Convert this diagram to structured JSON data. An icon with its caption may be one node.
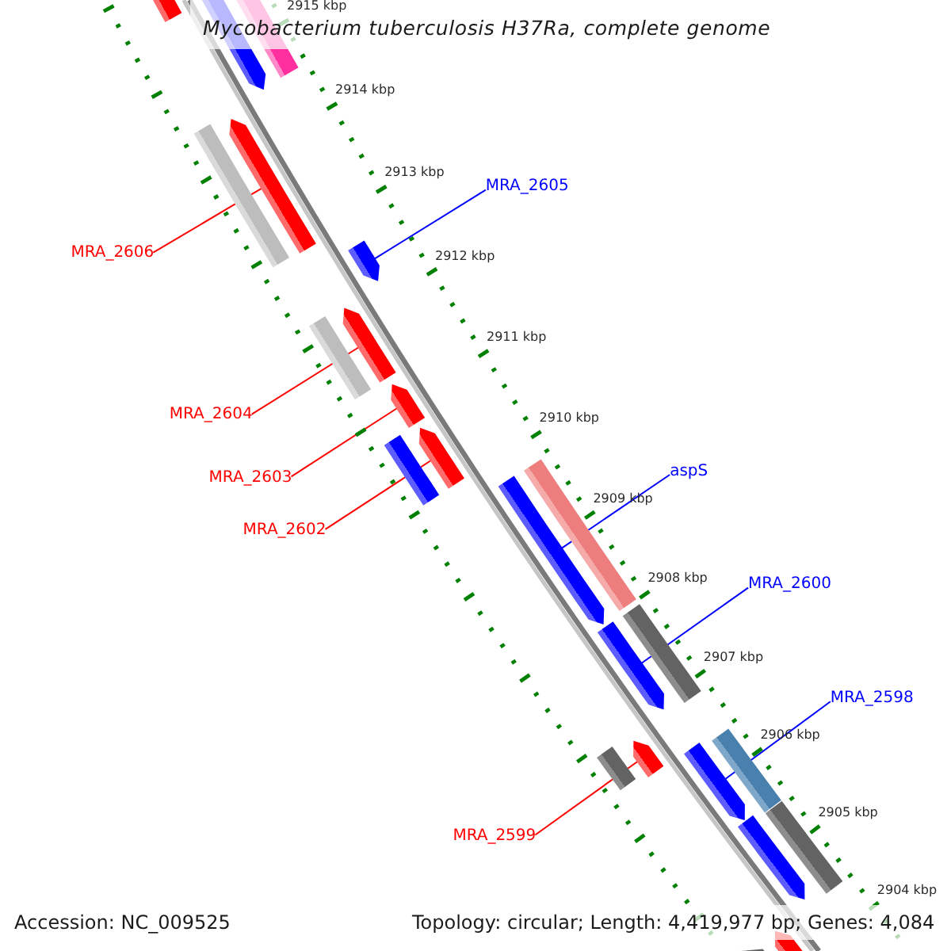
{
  "diagram": {
    "title": "Mycobacterium tuberculosis H37Ra, complete genome",
    "nodes": [
      {
        "text": [
          "MRA_2605"
        ]
      },
      {
        "text": [
          "MRA_2606"
        ]
      },
      {
        "text": [
          "MRA_2604"
        ]
      },
      {
        "text": [
          "aspS"
        ]
      },
      {
        "text": [
          "MRA_2603"
        ]
      },
      {
        "text": [
          "MRA_2602"
        ]
      },
      {
        "text": [
          "MRA_2600"
        ]
      },
      {
        "text": [
          "MRA_2598"
        ]
      },
      {
        "text": [
          "MRA_2599"
        ]
      },
      {
        "text": [],
        "shape": "arrow"
      },
      {
        "text": [],
        "shape": "bar"
      },
      {
        "text": [],
        "shape": "arrow"
      },
      {
        "text": [],
        "shape": "arrow"
      },
      {
        "text": [],
        "shape": "bar"
      },
      {
        "text": [],
        "shape": "arrow"
      },
      {
        "text": [],
        "shape": "arrow"
      },
      {
        "text": [],
        "shape": "bar"
      },
      {
        "text": [],
        "shape": "arrow"
      },
      {
        "text": [],
        "shape": "arrow"
      },
      {
        "text": [],
        "shape": "bar"
      },
      {
        "text": [],
        "shape": "bar"
      },
      {
        "text": [],
        "shape": "arrow"
      },
      {
        "text": [],
        "shape": "bar"
      },
      {
        "text": [],
        "shape": "arrow"
      },
      {
        "text": [],
        "shape": "bar"
      },
      {
        "text": [],
        "shape": "arrow"
      },
      {
        "text": [],
        "shape": "bar"
      },
      {
        "text": [],
        "shape": "arrow"
      },
      {
        "text": [],
        "shape": "bar"
      },
      {
        "text": [],
        "shape": "arrow"
      },
      {
        "text": [],
        "shape": "arrow"
      },
      {
        "text": [],
        "shape": "bar"
      }
    ],
    "edges": [
      {
        "from": 0,
        "to": 14,
        "arrow": "none",
        "color": "#0000ff"
      },
      {
        "from": 1,
        "to": 12,
        "arrow": "none"
      },
      {
        "from": 2,
        "to": 15,
        "arrow": "none"
      },
      {
        "from": 3,
        "to": 21,
        "arrow": "none",
        "color": "#0000ff"
      },
      {
        "from": 4,
        "to": 17,
        "arrow": "none"
      },
      {
        "from": 5,
        "to": 18,
        "arrow": "none"
      },
      {
        "from": 6,
        "to": 23,
        "arrow": "none",
        "color": "#0000ff"
      },
      {
        "from": 7,
        "to": 27,
        "arrow": "none",
        "color": "#0000ff"
      },
      {
        "from": 8,
        "to": 25,
        "arrow": "none"
      }
    ],
    "labels": [
      "2915 kbp",
      "2914 kbp",
      "2913 kbp",
      "2912 kbp",
      "2911 kbp",
      "2910 kbp",
      "2909 kbp",
      "2908 kbp",
      "2907 kbp",
      "2906 kbp",
      "2905 kbp",
      "2904 kbp",
      "Accession: NC_009525",
      "Topology: circular; Length: 4,419,977 bp; Genes: 4,084"
    ]
  }
}
